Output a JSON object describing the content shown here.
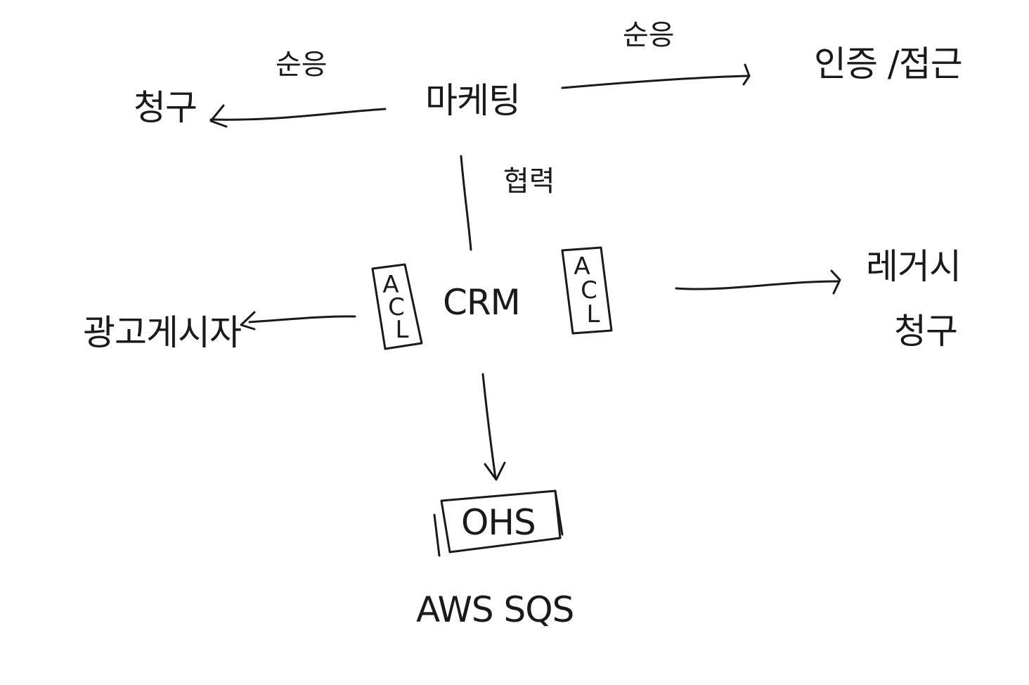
{
  "nodes": {
    "marketing": "마케팅",
    "billing": "청구",
    "auth_access": "인증 /접근",
    "crm": "CRM",
    "ad_publisher": "광고게시자",
    "legacy_line1": "레거시",
    "legacy_line2": "청구",
    "ohs": "OHS",
    "aws_sqs": "AWS SQS"
  },
  "edges": {
    "marketing_to_billing": "순응",
    "marketing_to_auth": "순응",
    "marketing_crm": "협력"
  },
  "acl_left": [
    "A",
    "C",
    "L"
  ],
  "acl_right": [
    "A",
    "C",
    "L"
  ]
}
